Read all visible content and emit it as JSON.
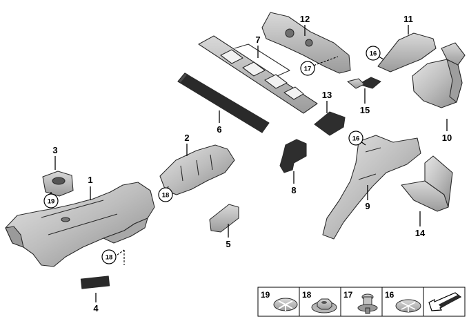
{
  "callouts": {
    "c1": "1",
    "c2": "2",
    "c3": "3",
    "c4": "4",
    "c5": "5",
    "c6": "6",
    "c7": "7",
    "c8": "8",
    "c9": "9",
    "c10": "10",
    "c11": "11",
    "c12": "12",
    "c13": "13",
    "c14": "14",
    "c15": "15"
  },
  "circled_callouts": {
    "a16": "16",
    "b16": "16",
    "a17": "17",
    "a18": "18",
    "b18": "18",
    "a19": "19"
  },
  "legend": {
    "items": [
      "19",
      "18",
      "17",
      "16"
    ]
  },
  "colors": {
    "part_fill": "#c7c7c7",
    "part_dark": "#8f8f8f",
    "block_fill": "#2a2a2a",
    "line": "#000000"
  },
  "icons": [
    "clip-19-icon",
    "nut-18-icon",
    "rivet-17-icon",
    "clip-16-icon",
    "arrow-icon"
  ]
}
